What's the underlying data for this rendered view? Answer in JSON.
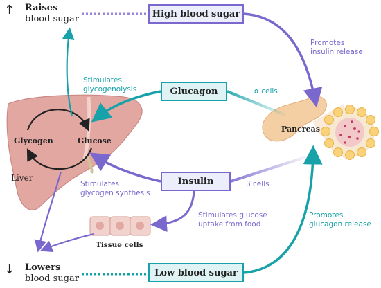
{
  "raises": {
    "title": "Raises",
    "subtitle": "blood sugar",
    "arrow": "↑"
  },
  "lowers": {
    "title": "Lowers",
    "subtitle": "blood sugar",
    "arrow": "↓"
  },
  "boxes": {
    "high": "High blood sugar",
    "glucagon": "Glucagon",
    "insulin": "Insulin",
    "low": "Low blood sugar"
  },
  "notes": {
    "promotes_insulin": [
      "Promotes",
      "insulin release"
    ],
    "stimulates_glycogenolysis": [
      "Stimulates",
      "glycogenolysis"
    ],
    "alpha_cells": "α cells",
    "beta_cells": "β cells",
    "stimulates_glycogen_synthesis": [
      "Stimulates",
      "glycogen synthesis"
    ],
    "stimulates_glucose_uptake": [
      "Stimulates glucose",
      "uptake from food"
    ],
    "promotes_glucagon": [
      "Promotes",
      "glucagon release"
    ]
  },
  "labels": {
    "glycogen": "Glycogen",
    "glucose": "Glucose",
    "liver": "Liver",
    "pancreas": "Pancreas",
    "tissue_cells": "Tissue cells"
  },
  "colors": {
    "purple": "#7b68ce",
    "teal": "#17a1a8",
    "liver": "#e3a7a2"
  }
}
